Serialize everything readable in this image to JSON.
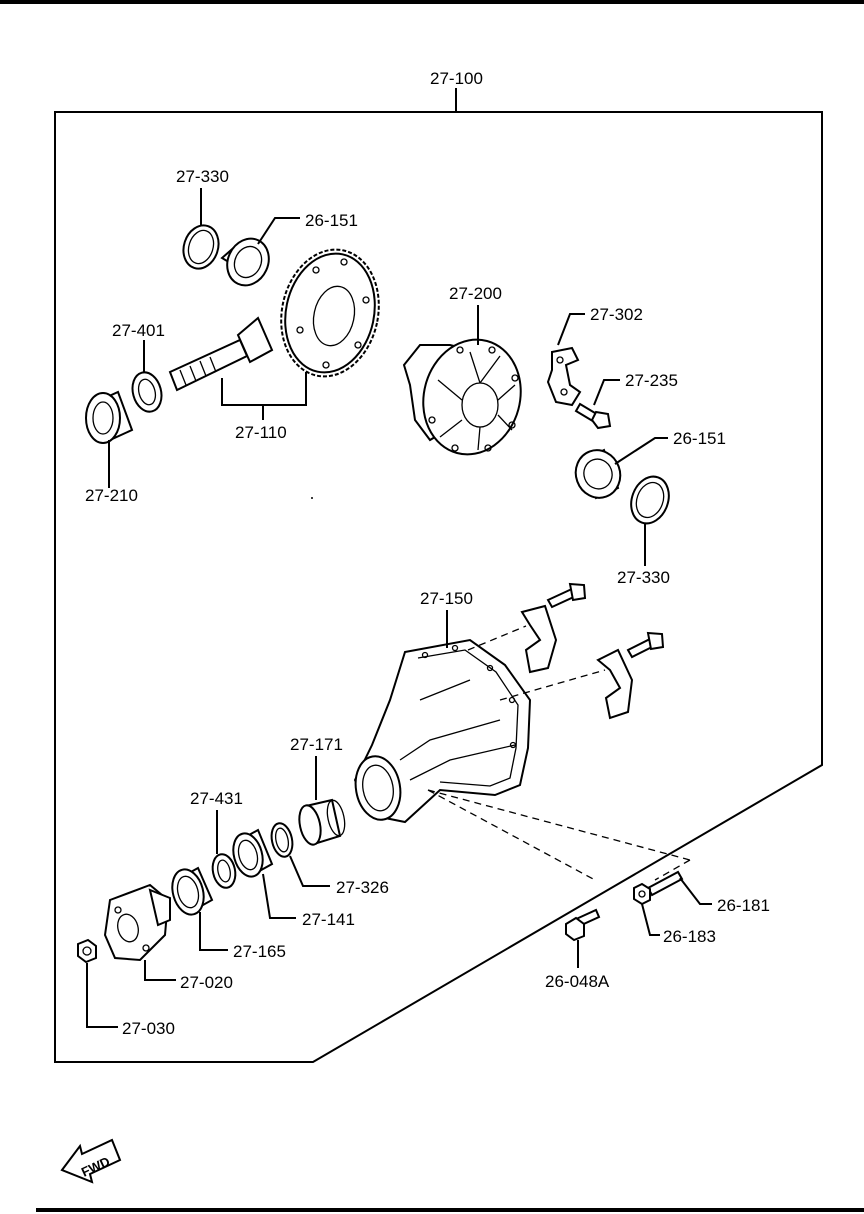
{
  "diagram": {
    "assembly_label": "27-100",
    "forward_label": "FWD",
    "parts": {
      "p27_330_top": "27-330",
      "p26_151_top": "26-151",
      "p27_401": "27-401",
      "p27_210": "27-210",
      "p27_110": "27-110",
      "p27_200": "27-200",
      "p27_302": "27-302",
      "p27_235": "27-235",
      "p26_151_right": "26-151",
      "p27_330_right": "27-330",
      "p27_150": "27-150",
      "p27_171": "27-171",
      "p27_431": "27-431",
      "p27_326": "27-326",
      "p27_141": "27-141",
      "p27_165": "27-165",
      "p27_020": "27-020",
      "p27_030": "27-030",
      "p26_181": "26-181",
      "p26_183": "26-183",
      "p26_048A": "26-048A"
    }
  }
}
